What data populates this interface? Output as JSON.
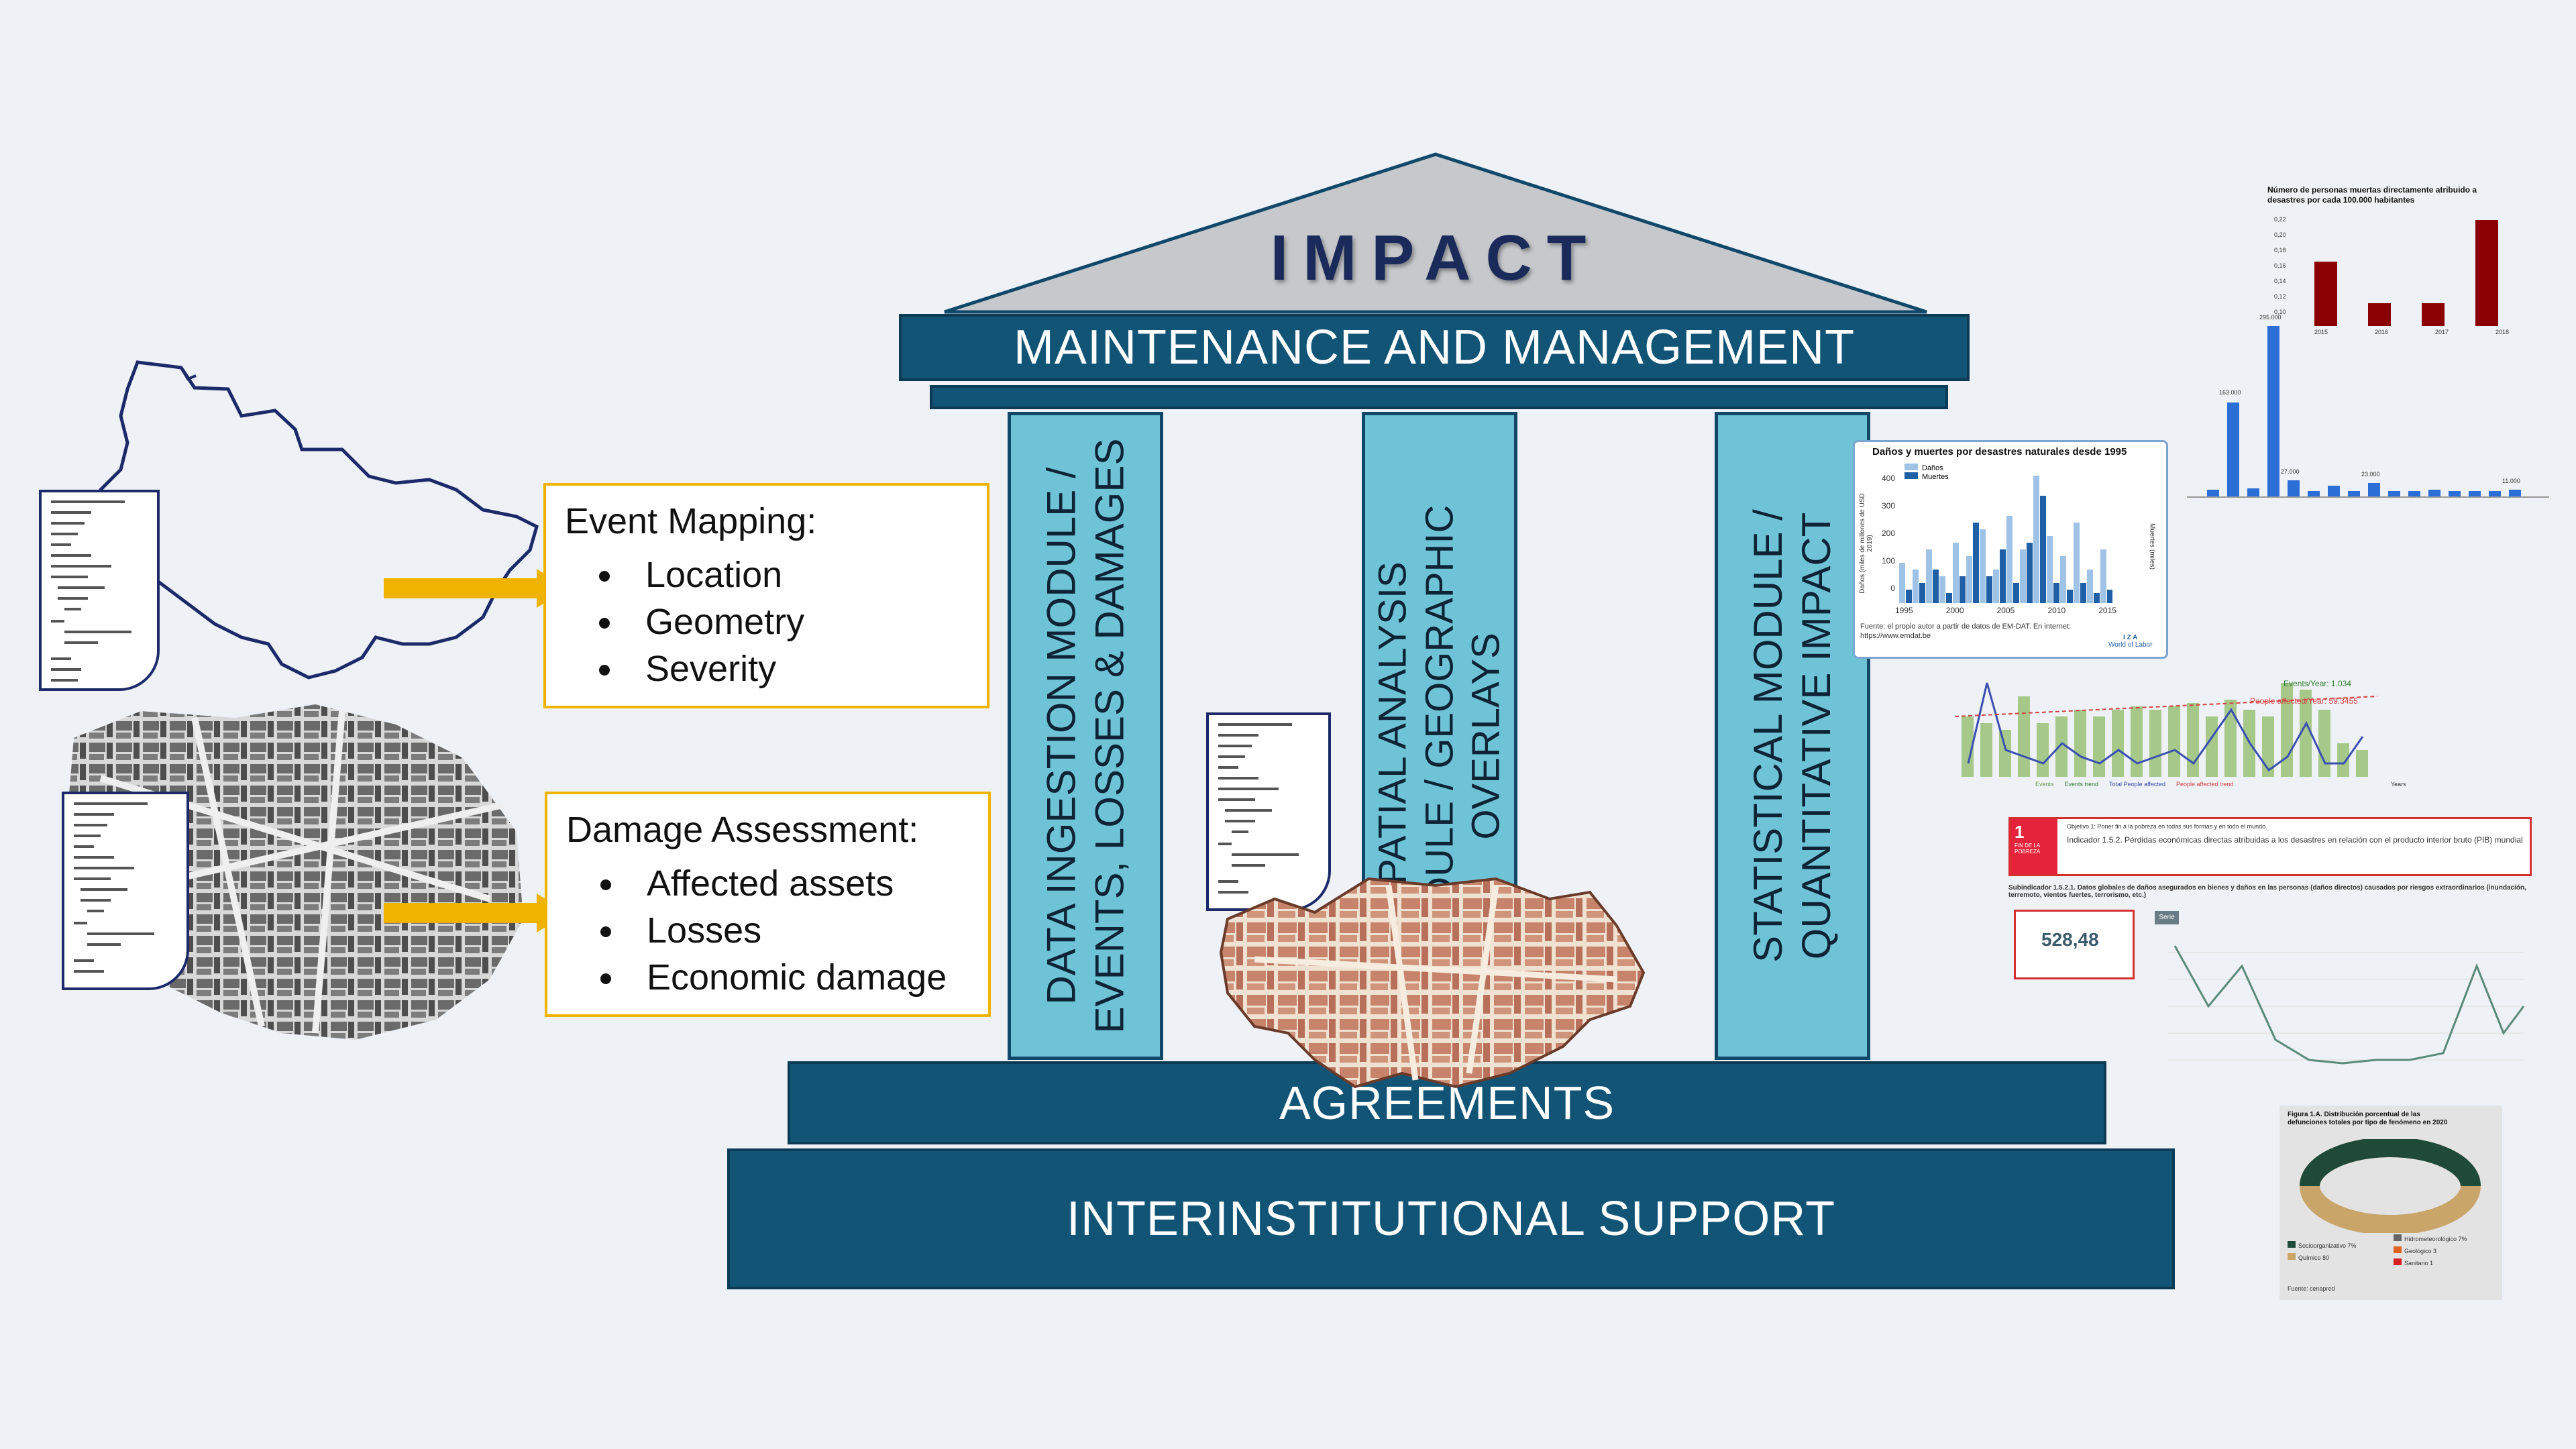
{
  "temple": {
    "roof_title": "IMPACT",
    "top_beam": "MAINTENANCE AND MANAGEMENT",
    "pillars": [
      {
        "lines": [
          "DATA INGESTION MODULE /",
          "EVENTS, LOSSES & DAMAGES"
        ]
      },
      {
        "lines": [
          "SPATIAL ANALYSIS",
          "MODULE / GEOGRAPHIC",
          "OVERLAYS"
        ]
      },
      {
        "lines": [
          "STATISTICAL MODULE /",
          "QUANTITATIVE  IMPACT"
        ]
      }
    ],
    "base_upper": "AGREEMENTS",
    "base_lower": "INTERINSTITUTIONAL SUPPORT"
  },
  "event_mapping": {
    "title": "Event Mapping:",
    "items": [
      "Location",
      "Geometry",
      "Severity"
    ]
  },
  "damage_assessment": {
    "title": "Damage Assessment:",
    "items": [
      "Affected assets",
      "Losses",
      "Economic damage"
    ]
  },
  "thumbnails": {
    "deaths_chart": {
      "title_line1": "Número de personas muertas directamente atribuido a",
      "title_line2": "desastres por cada 100.000 habitantes",
      "years": [
        "2015",
        "2016",
        "2017",
        "2018"
      ],
      "y_ticks": [
        "0,22",
        "0,20",
        "0,18",
        "0,16",
        "0,14",
        "0,12",
        "0,10"
      ]
    },
    "blue_bars": {
      "labels": [
        "163.000",
        "295.000",
        "27.000",
        "23.000",
        "11.000"
      ]
    },
    "damage_deaths": {
      "title": "Daños y muertes por desastres naturales desde 1995",
      "legend": [
        "Daños",
        "Muertes"
      ],
      "y_left": "Daños (miles de millones de USD 2019)",
      "y_right": "Muertes (miles)",
      "x_ticks": [
        "1995",
        "2000",
        "2005",
        "2010",
        "2015"
      ],
      "y_ticks": [
        "400",
        "300",
        "200",
        "100",
        "0"
      ],
      "source_line1": "Fuente: el propio autor a partir de datos de EM-DAT. En internet:",
      "source_line2": "https://www.emdat.be",
      "brand1": "I Z A",
      "brand2": "World of Labor"
    },
    "events_chart": {
      "note1": "Events/Year: 1.034",
      "note2": "People affected/Year: 59.3455",
      "legend": [
        "Events",
        "Events trend",
        "Total People affected",
        "People affected trend"
      ],
      "x_label": "Years"
    },
    "sdg": {
      "sdg_num": "1",
      "sdg_label": "FIN DE LA POBREZA",
      "objective": "Objetivo 1: Poner fin a la pobreza en todas sus formas y en todo el mundo.",
      "indicator": "Indicador 1.5.2. Pérdidas económicas directas atribuidas a los desastres en relación con el producto interior bruto (PIB) mundial",
      "sub": "Subindicador 1.5.2.1. Datos globales de daños asegurados en bienes y daños en las personas (daños directos) causados por riesgos extraordinarios (inundación, terremoto, vientos fuertes, terrorismo, etc.)",
      "value": "528,48",
      "tab": "Serie"
    },
    "donut": {
      "title_line1": "Figura 1.A.  Distribución porcentual de las",
      "title_line2": "defunciones totales por tipo de fenómeno en 2020",
      "legend": [
        "Socioorganizativo 7%",
        "Hidrometeorológico 7%",
        "Químico 80",
        "Geológico 3",
        "Sanitario 1"
      ],
      "source": "Fuente: cenapred"
    }
  },
  "colors": {
    "beam": "#125476",
    "pillar": "#6fc3d6",
    "accent": "#f0b400",
    "roof": "#c6c8cc"
  }
}
